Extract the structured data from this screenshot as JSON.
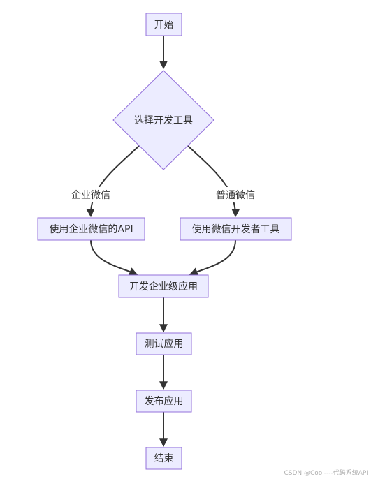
{
  "nodes": {
    "start": "开始",
    "choose_tool": "选择开发工具",
    "wecom_api": "使用企业微信的API",
    "wechat_devtool": "使用微信开发者工具",
    "develop_app": "开发企业级应用",
    "test_app": "测试应用",
    "publish_app": "发布应用",
    "end": "结束"
  },
  "edge_labels": {
    "wecom": "企业微信",
    "wechat": "普通微信"
  },
  "watermark": "CSDN @Cool----代码系统API",
  "colors": {
    "node_fill": "#ececff",
    "node_stroke": "#9370db",
    "edge": "#333333",
    "text": "#333333"
  }
}
